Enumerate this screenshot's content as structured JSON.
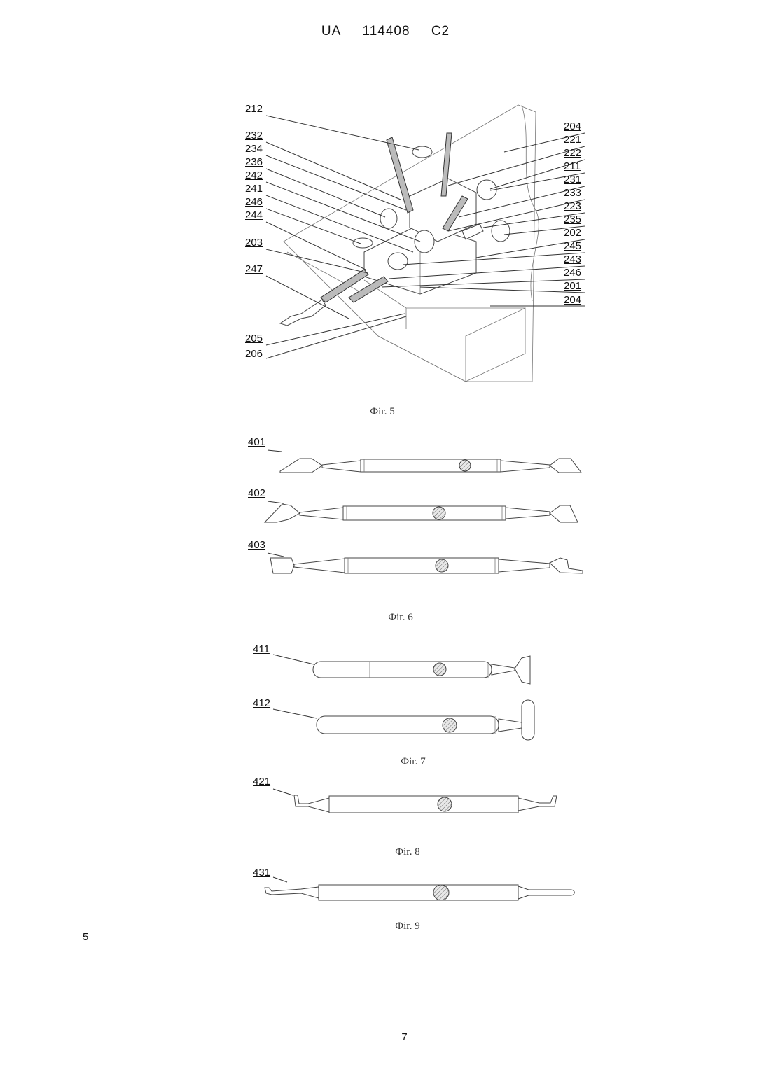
{
  "header": {
    "country": "UA",
    "number": "114408",
    "kind": "C2"
  },
  "figures": {
    "fig5": {
      "caption": "Фіг. 5",
      "labels_left": [
        "212",
        "232",
        "234",
        "236",
        "242",
        "241",
        "246",
        "244",
        "203",
        "247",
        "205",
        "206"
      ],
      "labels_right": [
        "204",
        "221",
        "222",
        "211",
        "231",
        "233",
        "223",
        "235",
        "202",
        "245",
        "243",
        "246",
        "201",
        "204"
      ]
    },
    "fig6": {
      "caption": "Фіг. 6",
      "labels": [
        "401",
        "402",
        "403"
      ]
    },
    "fig7": {
      "caption": "Фіг. 7",
      "labels": [
        "411",
        "412"
      ]
    },
    "fig8": {
      "caption": "Фіг. 8",
      "labels": [
        "421"
      ]
    },
    "fig9": {
      "caption": "Фіг. 9",
      "labels": [
        "431"
      ]
    }
  },
  "margin_line_number": "5",
  "page_number": "7"
}
